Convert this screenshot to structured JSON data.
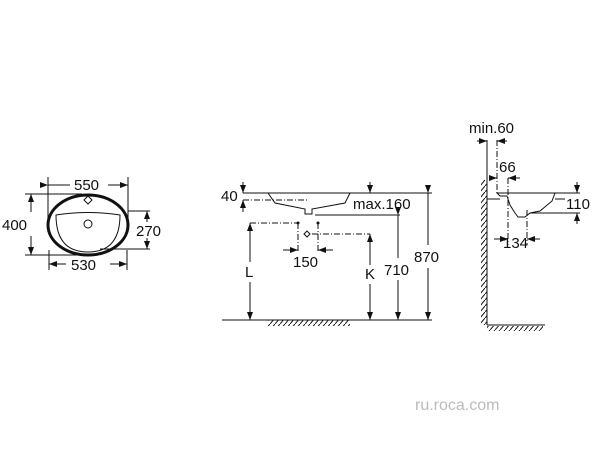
{
  "top_view": {
    "width_outer": "550",
    "depth_outer": "400",
    "bowl_depth": "270",
    "width_inner": "530"
  },
  "front_view": {
    "rim": "40",
    "max_depth": "max.160",
    "tap_spacing": "150",
    "label_l": "L",
    "label_k": "K",
    "height_710": "710",
    "height_870": "870"
  },
  "side_view": {
    "min_wall": "min.60",
    "offset_66": "66",
    "height_110": "110",
    "offset_134": "134"
  },
  "watermark": "ru.roca.com"
}
